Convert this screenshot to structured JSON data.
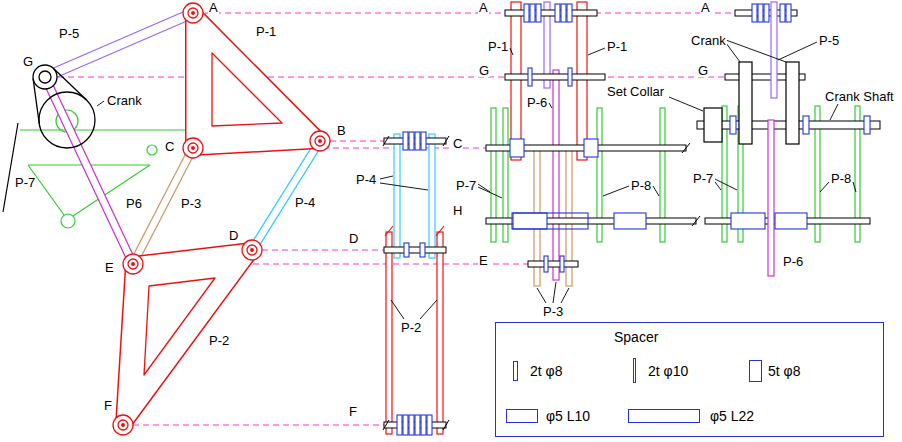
{
  "diagram": {
    "nodes": [
      {
        "text": [
          "Spacer"
        ]
      }
    ],
    "labels": [
      "A",
      "P-5",
      "P-1",
      "G",
      "Crank",
      "B",
      "C",
      "P-7",
      "P6",
      "P-3",
      "P-4",
      "D",
      "E",
      "P-2",
      "F",
      "P-4",
      "D",
      "P-2",
      "F",
      "A",
      "G",
      "C",
      "P-1",
      "P-1",
      "P-6",
      "Set Collar",
      "P-7",
      "H",
      "P-8",
      "E",
      "P-3",
      "A",
      "Crank",
      "P-5",
      "G",
      "Crank Shaft",
      "P-7",
      "P-8",
      "P-6"
    ],
    "legend": [
      {
        "text": "2t φ8"
      },
      {
        "text": "2t φ10"
      },
      {
        "text": "5t φ8"
      },
      {
        "text": "φ5 L10"
      },
      {
        "text": "φ5 L22"
      }
    ]
  }
}
